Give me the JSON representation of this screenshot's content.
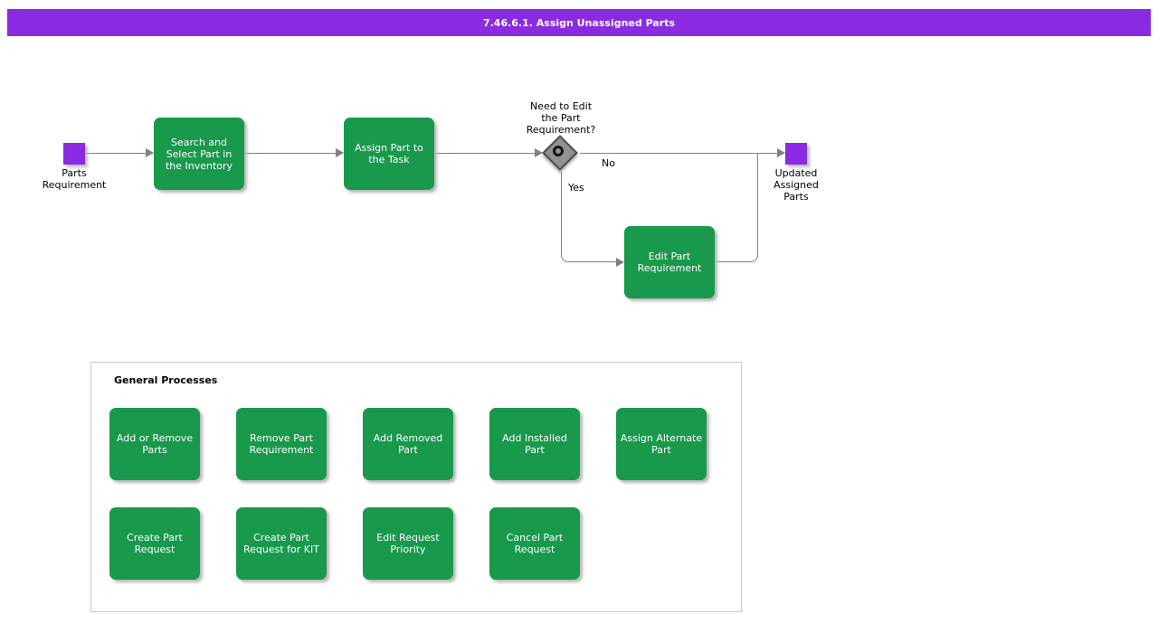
{
  "colors": {
    "header_purple": "#8a2be2",
    "task_green": "#18994c",
    "event_purple": "#8a2be2",
    "connector_gray": "#808080"
  },
  "header": {
    "title": "7.46.6.1. Assign Unassigned Parts"
  },
  "process": {
    "start_event": {
      "label": "Parts\nRequirement"
    },
    "tasks": {
      "search_select": {
        "label": "Search and\nSelect Part in\nthe Inventory"
      },
      "assign_part": {
        "label": "Assign Part to\nthe Task"
      },
      "edit_part": {
        "label": "Edit Part\nRequirement"
      }
    },
    "decision": {
      "question": "Need to Edit\nthe Part\nRequirement?",
      "no_label": "No",
      "yes_label": "Yes"
    },
    "end_event": {
      "label": "Updated\nAssigned\nParts"
    }
  },
  "general_processes": {
    "title": "General Processes",
    "row1": [
      "Add or Remove Parts",
      "Remove Part Requirement",
      "Add Removed Part",
      "Add Installed Part",
      "Assign Alternate Part"
    ],
    "row2": [
      "Create Part Request",
      "Create Part Request for KIT",
      "Edit Request Priority",
      "Cancel Part Request"
    ]
  }
}
